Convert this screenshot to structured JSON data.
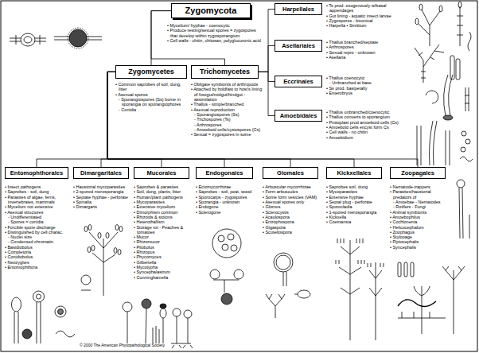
{
  "diagram": {
    "nodes": [
      {
        "text": [
          "Zygomycota"
        ]
      },
      {
        "text": [
          "Zygomycetes"
        ]
      },
      {
        "text": [
          "Trichomycetes"
        ]
      },
      {
        "text": [
          "Harpellales"
        ]
      },
      {
        "text": [
          "Asellariales"
        ]
      },
      {
        "text": [
          "Eccrinales"
        ]
      },
      {
        "text": [
          "Amoebidales"
        ]
      },
      {
        "text": [
          "Entomophthorales"
        ]
      },
      {
        "text": [
          "Dimargaritales"
        ]
      },
      {
        "text": [
          "Mucorales"
        ]
      },
      {
        "text": [
          "Endogonales"
        ]
      },
      {
        "text": [
          "Glomales"
        ]
      },
      {
        "text": [
          "Kickxellales"
        ]
      },
      {
        "text": [
          "Zoopagales"
        ]
      }
    ],
    "edges": [
      {
        "from": 0,
        "to": 1,
        "arrow": "none"
      },
      {
        "from": 0,
        "to": 2,
        "arrow": "none"
      },
      {
        "from": 2,
        "to": 3,
        "arrow": "none"
      },
      {
        "from": 2,
        "to": 4,
        "arrow": "none"
      },
      {
        "from": 2,
        "to": 5,
        "arrow": "none"
      },
      {
        "from": 2,
        "to": 6,
        "arrow": "none"
      },
      {
        "from": 1,
        "to": 7,
        "arrow": "none"
      },
      {
        "from": 1,
        "to": 8,
        "arrow": "none"
      },
      {
        "from": 1,
        "to": 9,
        "arrow": "none"
      },
      {
        "from": 1,
        "to": 10,
        "arrow": "none"
      },
      {
        "from": 1,
        "to": 11,
        "arrow": "none"
      },
      {
        "from": 1,
        "to": 12,
        "arrow": "none"
      },
      {
        "from": 1,
        "to": 13,
        "arrow": "none"
      }
    ],
    "labels": [
      "• Mycelium/ hyphae - coenocytic",
      "• Produce resting/sexual spores = zygospores that develop within zygosporangium",
      "• Cell walls - chitin, chitosan, polyglucuronic acid",
      "• Common saprobes of soil, dung, litter",
      "• Asexual spores",
      "- Sporangiospores (Ss) borne in sporangia on sporangiophores",
      "- Conidia",
      "• Obligate symbionts of arthropods",
      "• Attached by holdfast to host's lining of foregut/midgut/hindgut - assimilation",
      "• Thallus - simple/branched",
      "• Asexual reproduction",
      "- Sporangiospores (Ss)",
      "- Trichospores (Ts)",
      "- Arthrospores",
      "- Amoeboid cells/cystospores (Cs)",
      "• Sexual = zygospores in some",
      "• Ts prod. exogenously w/basal appendages",
      "• Gut lining - aquatic insect larvae",
      "• Zygospores - biconical",
      "• Harpella • Smittium",
      "• Thallus branched/septate",
      "• Arthrospores",
      "• Sexual repro - unknown",
      "• Asellaria",
      "• Thallus coenocytic",
      "- Unbranched at base",
      "• Ss prod. basipetally",
      "• Enterobryus",
      "• Thallus unbranched/coenocytic",
      "• Thallus converts to sporangium",
      "• Protoplast prod amoeboid cells (Cs)",
      "• Amoeboid cells encyst form Cs",
      "• Cell walls - no chitin",
      "• Amoebidium",
      "• Insect pathogens",
      "• Saprobes - soil, dung",
      "• Parasites of algae, ferns, invertebrates, mammals",
      "• Mycelium not extensive",
      "• Asexual structures",
      "- Undifferentiated",
      "- Spores = conidia",
      "• Forcible spore discharge",
      "• Distinguished by cell charac.",
      "- Nuclei size",
      "- Condensed chromatin",
      "• Basidiobolus",
      "• Completoria",
      "• Conidiobolus",
      "• Neozygites",
      "• Entomophthora",
      "• Haustorial mycoparasites",
      "• 2-spored merosporangia",
      "• Septate hyphae - perforate",
      "• Spinalia",
      "• Dimargaris",
      "• Saprobes & parasites",
      "• Soil, dung, plants, litter",
      "• Human/plant pathogens",
      "• Mycoparasites",
      "• Extensive mycelium",
      "• Dimorphism common",
      "• Rhizoids & stolons",
      "• Heterothallism",
      "• Storage rot - Peaches & tomatoes",
      "• Mucor",
      "• Rhizomucor",
      "• Pilobolus",
      "• Rhizopus",
      "• Phycomyces",
      "• Gilbertella",
      "• Mycotypha",
      "• Syncephalastrum",
      "• Cunninghamella",
      "• Ectomycorrhizae",
      "• Saprobes - soil, peat, wood",
      "• Sporocarps - zygospores",
      "• Sporangia - unknown",
      "• Endogone",
      "• Sclerogone",
      "• Arbuscular mycorrhizae",
      "• Form arbuscules",
      "• Some form vesicles (VAM)",
      "• Asexual spores only",
      "• Glomus",
      "• Sclerocystis",
      "• Acaulospora",
      "• Entrophospora",
      "• Gigaspora",
      "• Scutellospora",
      "• Saprobes soil, dung",
      "• Mycoparasites",
      "• Extensive hyphae",
      "• Septal plug - perforate",
      "• Sporocladia",
      "• 1-spored merosporangia",
      "• Kickxella",
      "• Coemansia",
      "• Nematode-trappers",
      "• Parasites/haustorial predators of",
      "- Amoebae - Nematodes",
      "- Rotifers - Fungi",
      "• Animal symbionts",
      "• Amoebophilus",
      "• Cochlonema",
      "• Helicocephalum",
      "• Zoophagus",
      "• Stylopage",
      "• Piptocephalis",
      "• Syncephalis",
      "© 2000 The American Phytopathological Society"
    ]
  }
}
